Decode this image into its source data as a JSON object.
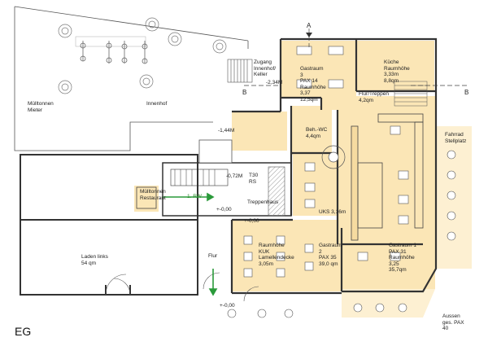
{
  "floor_label": "EG",
  "section_markers": {
    "a_top": "A",
    "b_left": "B",
    "b_right": "B"
  },
  "rooms": {
    "muelltonnen_mieter": [
      "Mülltonnen",
      "Mieter"
    ],
    "innenhof": "Innenhof",
    "zugang": [
      "Zugang",
      "Innenhof/",
      "Keller"
    ],
    "gastraum3": [
      "Gastraum",
      "3",
      "PAX 14",
      "Raumhöhe",
      "3,37",
      "12,5qm"
    ],
    "kueche": [
      "Küche",
      "Raumhöhe",
      "3,33m",
      "8,8qm"
    ],
    "flur_treppen": [
      "Flur/Treppen",
      "4,2qm"
    ],
    "behwc": [
      "Beh.-WC",
      "4,4qm"
    ],
    "fahrrad": [
      "Fahrrad",
      "Stellplatz"
    ],
    "muelltonnen_restaurant": [
      "Mülltonnen",
      "Restaurant"
    ],
    "treppenhaus": "Treppenhaus",
    "ukx": "UKS 3,16m",
    "laden": [
      "Laden links",
      "54 qm"
    ],
    "flur": "Flur",
    "kuk_rs": [
      "Raumhöhe",
      "KUK",
      "Lamellendecke",
      "3,05m"
    ],
    "gastraum2": [
      "Gastraum",
      "2",
      "PAX 35",
      "39,0 qm"
    ],
    "gastraum1": [
      "Gastraum 1",
      "PAX 31",
      "Raumhöhe",
      "3,25",
      "35,7qm"
    ],
    "aussen": [
      "Aussen",
      "ges. PAX",
      "40"
    ],
    "t30": [
      "T30",
      "RS"
    ]
  },
  "levels": {
    "l_m234": "-2,34M",
    "l_m144": "-1,44M",
    "l_m072": "-0,72M",
    "l_000a": "+-0,00",
    "l_000b": "+-0,00",
    "l_000c": "+-0,00",
    "rw": "1. RW"
  },
  "colors": {
    "room_fill": "#fbe6b6",
    "terrace_fill": "#fdf0d2",
    "wall": "#333333",
    "escape_route": "#2a9a3a"
  }
}
